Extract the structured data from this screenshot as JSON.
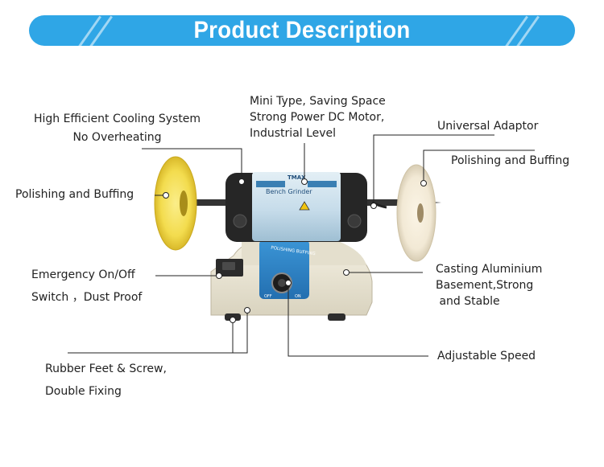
{
  "banner": {
    "title": "Product Description"
  },
  "device": {
    "brand_badge": "TMAX",
    "model_label": "Bench Grinder",
    "panel_label": "POLISHING BUFFING",
    "knob_off": "OFF",
    "knob_on": "ON"
  },
  "callouts": {
    "cooling": [
      "High Efficient Cooling System",
      "No Overheating"
    ],
    "motor": [
      "Mini Type, Saving Space",
      "Strong Power DC Motor,",
      "Industrial Level"
    ],
    "adaptor": "Universal Adaptor",
    "polish_left": "Polishing and  Buffing",
    "polish_right": "Polishing and  Buffing",
    "switch": [
      "Emergency On/Off",
      "Switch ，Dust Proof"
    ],
    "casting": [
      "Casting Aluminium",
      "Basement,Strong",
      " and Stable"
    ],
    "speed": "Adjustable Speed",
    "feet": [
      "Rubber Feet & Screw,",
      "Double Fixing"
    ]
  },
  "colors": {
    "banner": "#2fa6e6",
    "motor_blue": "#cfe3ee",
    "base": "#ece7d6",
    "wheel_yellow": "#f3dc4e",
    "wheel_cream": "#f2e9d5",
    "panel_blue": "#2f86c9"
  }
}
